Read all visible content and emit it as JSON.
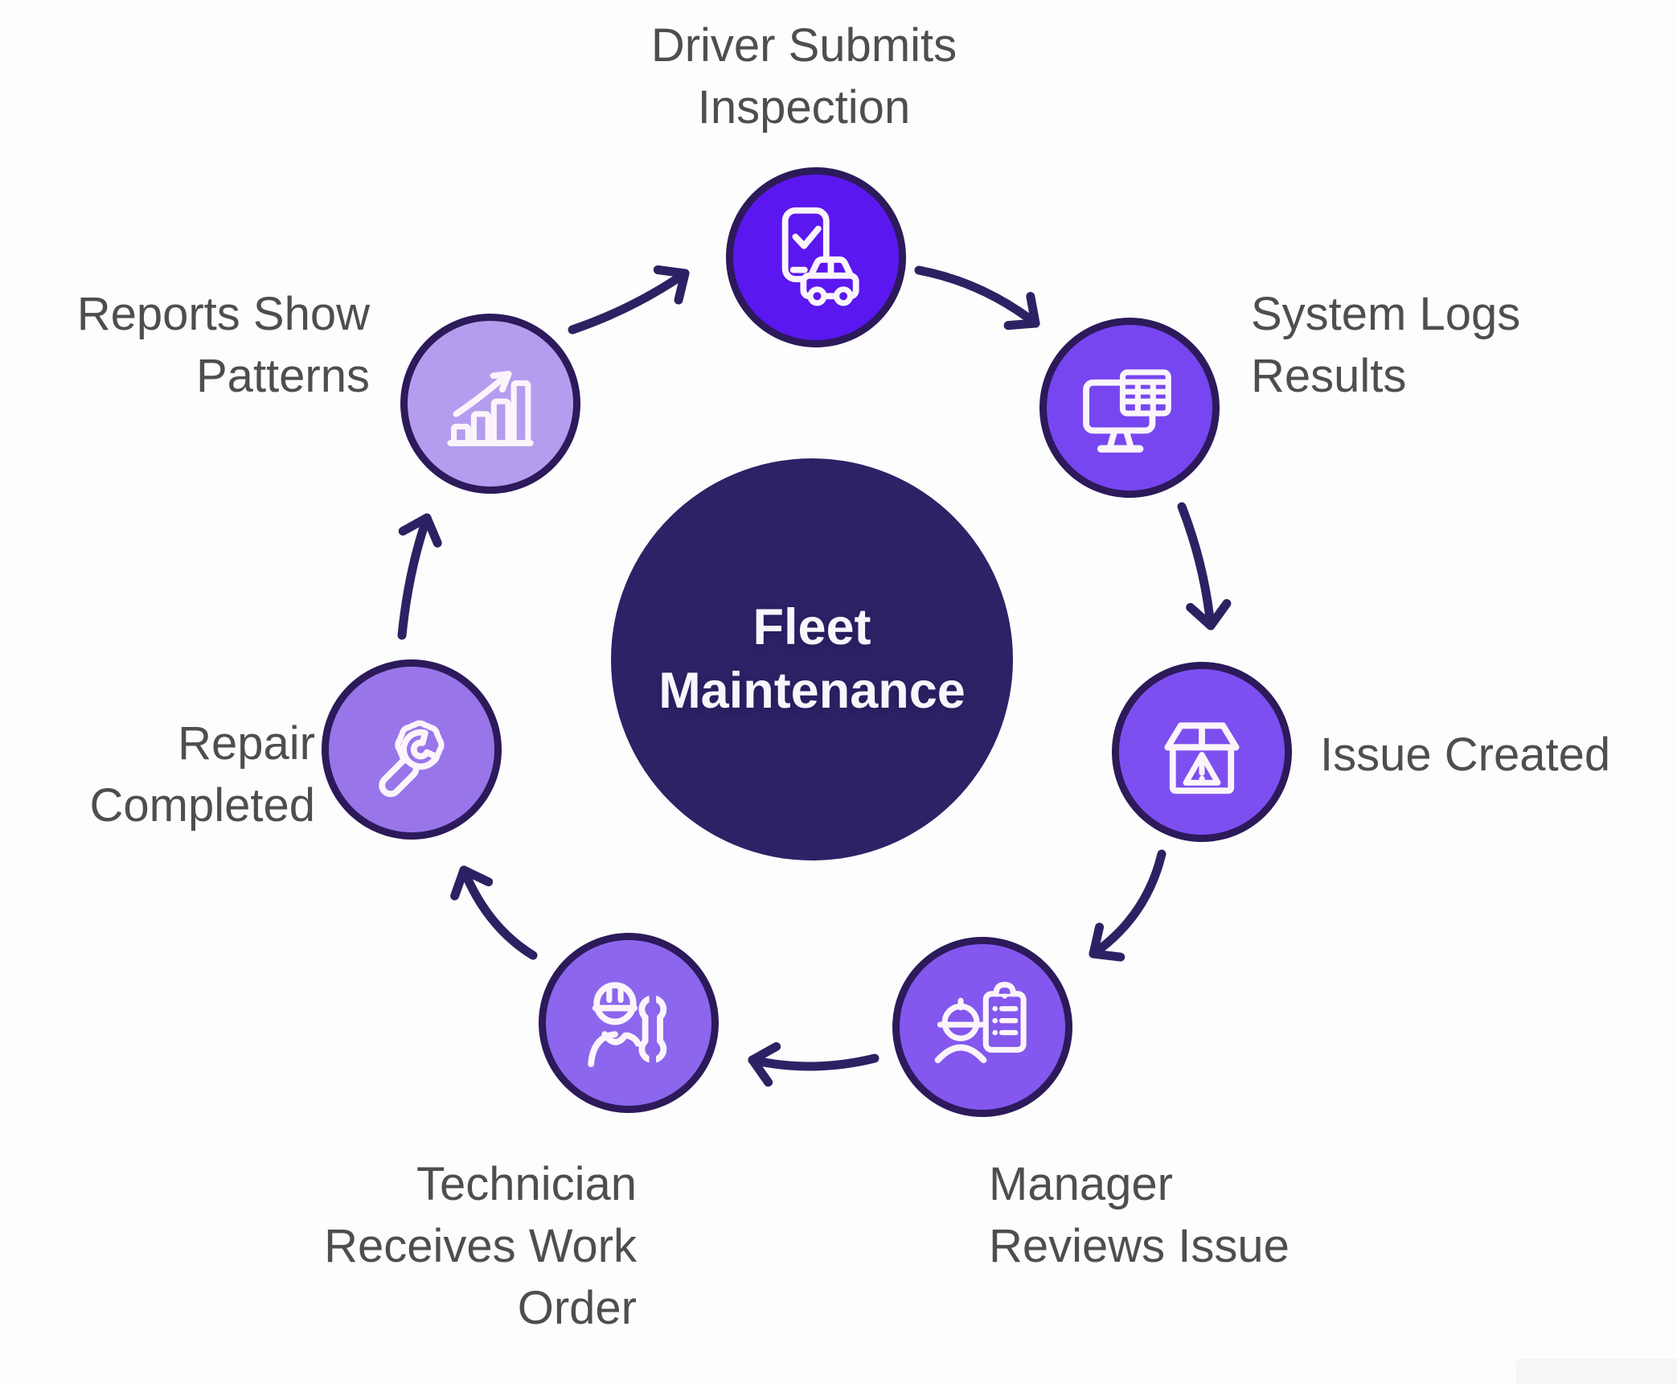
{
  "center": {
    "label": "Fleet\nMaintenance",
    "fill": "#2e2166",
    "text_color": "#f8f5fb"
  },
  "colors": {
    "label_text": "#4e4e4e",
    "arrow": "#2e2163",
    "node_border": "#2c1a5a",
    "icon_stroke": "#fbf5fb"
  },
  "nodes": [
    {
      "id": "driver-submits-inspection",
      "label": "Driver Submits\nInspection",
      "icon": "phone-inspection-car-icon",
      "fill": "#5b17ef"
    },
    {
      "id": "system-logs-results",
      "label": "System Logs\nResults",
      "icon": "monitor-table-icon",
      "fill": "#7746f1"
    },
    {
      "id": "issue-created",
      "label": "Issue Created",
      "icon": "box-warning-icon",
      "fill": "#7d4ff1"
    },
    {
      "id": "manager-reviews-issue",
      "label": "Manager\nReviews Issue",
      "icon": "manager-clipboard-icon",
      "fill": "#8457ee"
    },
    {
      "id": "technician-receives-work-order",
      "label": "Technician\nReceives Work\nOrder",
      "icon": "technician-wrench-icon",
      "fill": "#8c67ed"
    },
    {
      "id": "repair-completed",
      "label": "Repair\nCompleted",
      "icon": "wrench-gear-icon",
      "fill": "#9876ea"
    },
    {
      "id": "reports-show-patterns",
      "label": "Reports Show\nPatterns",
      "icon": "chart-growth-icon",
      "fill": "#b49dee"
    }
  ]
}
